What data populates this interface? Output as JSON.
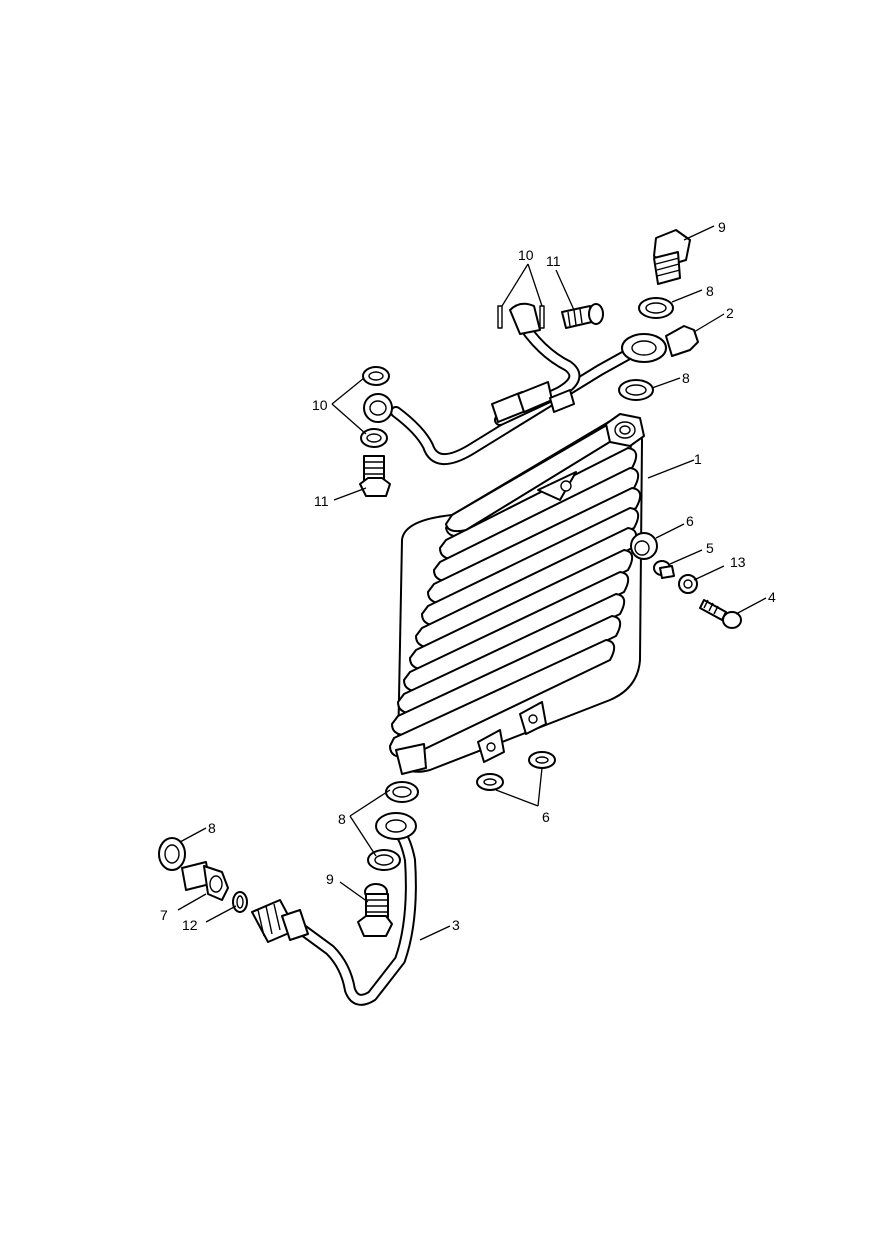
{
  "callouts": [
    {
      "id": "c1",
      "label": "1",
      "part": "oil-cooler"
    },
    {
      "id": "c2",
      "label": "2",
      "part": "upper-oil-hose"
    },
    {
      "id": "c3",
      "label": "3",
      "part": "lower-oil-pipe"
    },
    {
      "id": "c4",
      "label": "4",
      "part": "bolt"
    },
    {
      "id": "c5",
      "label": "5",
      "part": "spacer"
    },
    {
      "id": "c6a",
      "label": "6",
      "part": "grommet-side"
    },
    {
      "id": "c6b",
      "label": "6",
      "part": "grommets-bottom"
    },
    {
      "id": "c7",
      "label": "7",
      "part": "adaptor"
    },
    {
      "id": "c8a",
      "label": "8",
      "part": "sealing-washer-top"
    },
    {
      "id": "c8b",
      "label": "8",
      "part": "sealing-washer-upper-banjo"
    },
    {
      "id": "c8c",
      "label": "8",
      "part": "sealing-washers-lower-banjo"
    },
    {
      "id": "c8d",
      "label": "8",
      "part": "sealing-washer-adaptor"
    },
    {
      "id": "c9a",
      "label": "9",
      "part": "banjo-bolt-top"
    },
    {
      "id": "c9b",
      "label": "9",
      "part": "banjo-bolt-lower"
    },
    {
      "id": "c10a",
      "label": "10",
      "part": "washers-top"
    },
    {
      "id": "c10b",
      "label": "10",
      "part": "washers-left"
    },
    {
      "id": "c11a",
      "label": "11",
      "part": "banjo-bolt-small-top"
    },
    {
      "id": "c11b",
      "label": "11",
      "part": "banjo-bolt-small-left"
    },
    {
      "id": "c12",
      "label": "12",
      "part": "o-ring"
    },
    {
      "id": "c13",
      "label": "13",
      "part": "washer"
    }
  ]
}
